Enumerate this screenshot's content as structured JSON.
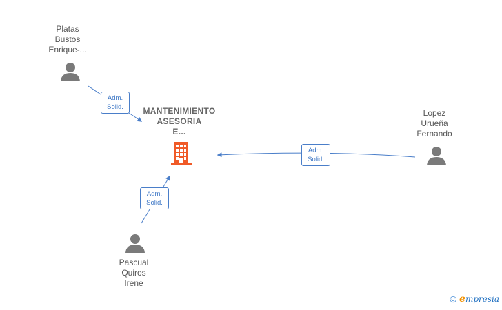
{
  "company": {
    "name_lines": [
      "MANTENIMIENTO",
      "ASESORIA",
      "E..."
    ],
    "icon": "building-icon",
    "icon_color": "#f05a28"
  },
  "persons": [
    {
      "id": "platas",
      "name_lines": [
        "Platas",
        "Bustos",
        "Enrique-..."
      ],
      "icon": "person-icon"
    },
    {
      "id": "lopez",
      "name_lines": [
        "Lopez",
        "Urueña",
        "Fernando"
      ],
      "icon": "person-icon"
    },
    {
      "id": "pascual",
      "name_lines": [
        "Pascual",
        "Quiros",
        "Irene"
      ],
      "icon": "person-icon"
    }
  ],
  "relations": [
    {
      "from": "platas",
      "to": "company",
      "label_lines": [
        "Adm.",
        "Solid."
      ]
    },
    {
      "from": "lopez",
      "to": "company",
      "label_lines": [
        "Adm.",
        "Solid."
      ]
    },
    {
      "from": "pascual",
      "to": "company",
      "label_lines": [
        "Adm.",
        "Solid."
      ]
    }
  ],
  "colors": {
    "edge": "#4a7ec9",
    "person_icon": "#7a7a7a",
    "text": "#555555"
  },
  "branding": {
    "copyright_symbol": "©",
    "logo_initial": "e",
    "logo_rest": "mpresia"
  }
}
